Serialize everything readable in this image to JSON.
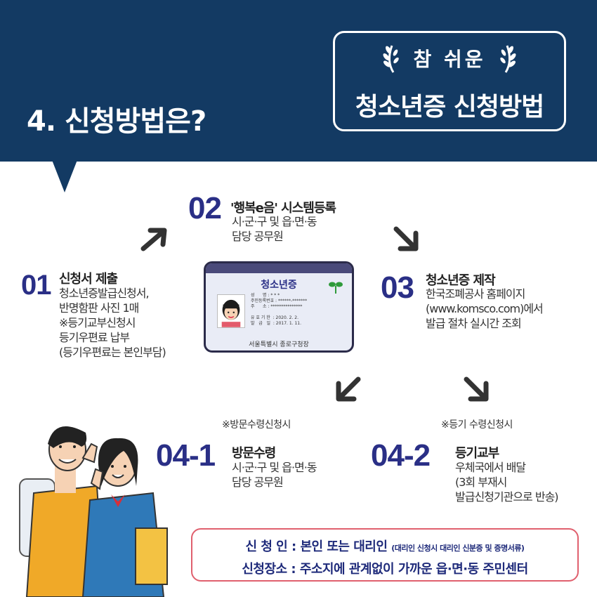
{
  "header": {
    "title": "4. 신청방법은?",
    "badge_sub": "참 쉬운",
    "badge_main": "청소년증 신청방법"
  },
  "steps": {
    "s01": {
      "num": "01",
      "title": "신청서 제출",
      "desc": "청소년증발급신청서,\n반명함판 사진 1매\n※등기교부신청시\n   등기우편료 납부\n  (등기우편료는 본인부담)"
    },
    "s02": {
      "num": "02",
      "title": "'행복e음' 시스템등록",
      "desc": "시·군·구 및 읍·면·동\n담당 공무원"
    },
    "s03": {
      "num": "03",
      "title": "청소년증 제작",
      "desc": "한국조폐공사 홈페이지\n(www.komsco.com)에서\n발급 절차 실시간 조회"
    },
    "s041": {
      "num": "04-1",
      "title": "방문수령",
      "desc": "시·군·구 및 읍·면·동\n담당 공무원",
      "note": "※방문수령신청시"
    },
    "s042": {
      "num": "04-2",
      "title": "등기교부",
      "desc": "우체국에서 배달\n(3회 부재시\n발급신청기관으로 반송)",
      "note": "※등기 수령신청시"
    }
  },
  "card": {
    "title": "청소년증",
    "lines": "성      명 : * * *\n주민등록번호 : ******-*******\n주      소 : ***************\n\n유 효 기 한  : 2020. 2. 2.\n발   급   일  : 2017. 1. 11.",
    "issuer": "서울특별시 종로구청장"
  },
  "info": {
    "applicant_label": "신 청 인 : 본인 또는 대리인",
    "applicant_note": "(대리인 신청시 대리인 신분증 및 증명서류)",
    "place": "신청장소 : 주소지에 관계없이 가까운 읍·면·동 주민센터"
  },
  "colors": {
    "navy": "#133a63",
    "number_blue": "#2a2f86",
    "box_border": "#e0606e"
  }
}
